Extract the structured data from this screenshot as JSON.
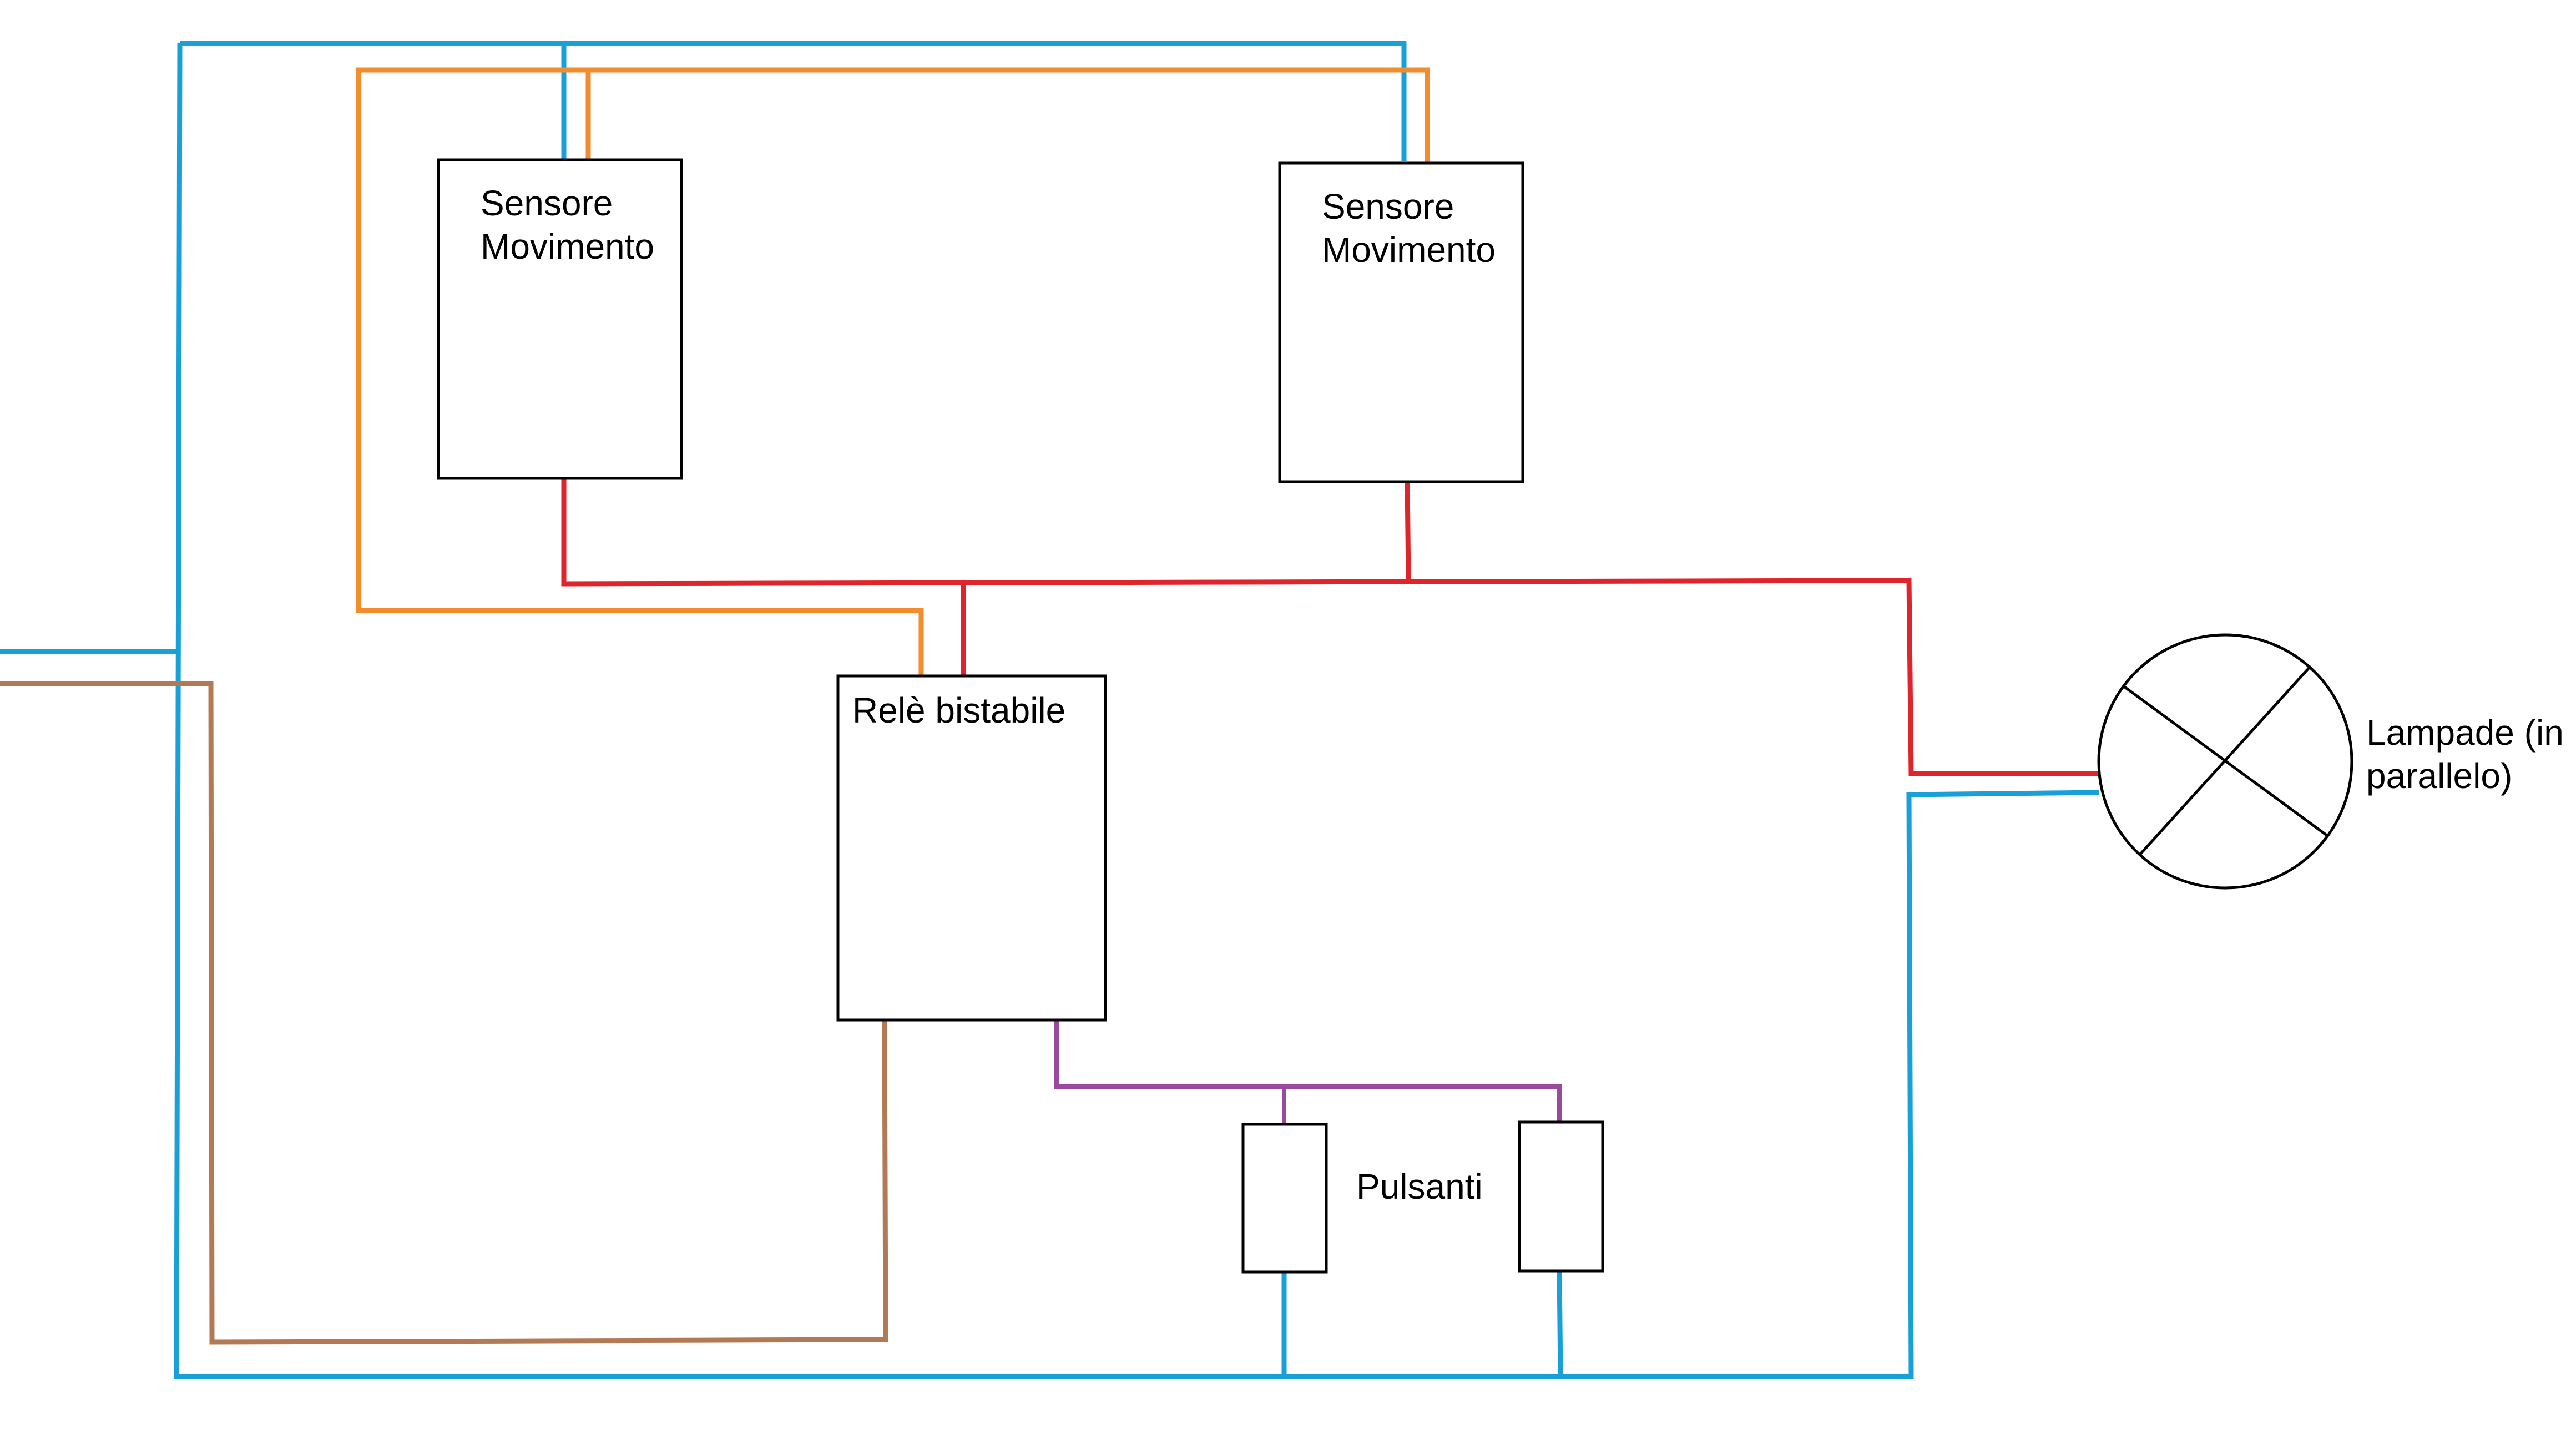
{
  "colors": {
    "neutral": "#1aa0d8",
    "phase": "#e0242b",
    "supply": "#f28c2c",
    "relay_feed": "#b17a55",
    "button_signal": "#994a9e",
    "outline": "#000000",
    "background": "#ffffff"
  },
  "components": {
    "sensor_left": {
      "line1": "Sensore",
      "line2": "Movimento"
    },
    "sensor_right": {
      "line1": "Sensore",
      "line2": "Movimento"
    },
    "relay": {
      "label": "Relè bistabile"
    },
    "buttons": {
      "label": "Pulsanti"
    },
    "lamp": {
      "line1": "Lampade (in",
      "line2": "parallelo)",
      "icon": "lamp-cross-icon"
    }
  }
}
